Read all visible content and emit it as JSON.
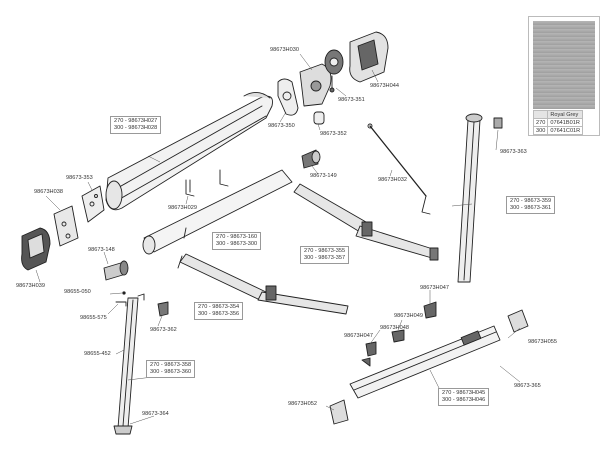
{
  "color_legend": {
    "header": "Royal Grey",
    "rows": [
      {
        "size": "270",
        "code": "07641B01R"
      },
      {
        "size": "300",
        "code": "07641C01R"
      }
    ]
  },
  "labels": {
    "l_98673H030": "98673H030",
    "l_98673_351": "98673-351",
    "l_98673H044": "98673H044",
    "l_98673_350": "98673-350",
    "l_98673_352": "98673-352",
    "l_98673_363": "98673-363",
    "l_98673_353": "98673-353",
    "l_98673H038": "98673H038",
    "l_98673_149": "98673-149",
    "l_98673H032": "98673H032",
    "l_98673H029": "98673H029",
    "l_98673_148": "98673-148",
    "l_98673H039": "98673H039",
    "l_98655_050": "98655-050",
    "l_98655_575": "98655-575",
    "l_98673_362": "98673-362",
    "l_98673H047": "98673H047",
    "l_98673H049": "98673H049",
    "l_98673H048": "98673H048",
    "l_98673H047b": "98673H047",
    "l_98673H055": "98673H055",
    "l_98655_452": "98655-452",
    "l_98673_365": "98673-365",
    "l_98673_364": "98673-364",
    "l_98673H052": "98673H052"
  },
  "boxes": {
    "b_front_profile": [
      "270 - 98673H027",
      "300 - 98673H028"
    ],
    "b_roller_tube": [
      "270 - 98673-160",
      "300 - 98673-300"
    ],
    "b_upper_arm": [
      "270 - 98673-355",
      "300 - 98673-357"
    ],
    "b_lower_arm": [
      "270 - 98673-354",
      "300 - 98673-356"
    ],
    "b_right_leg": [
      "270 - 98673-359",
      "300 - 98673-361"
    ],
    "b_left_leg": [
      "270 - 98673-358",
      "300 - 98673-360"
    ],
    "b_lead_rail": [
      "270 - 98673H045",
      "300 - 98673H046"
    ]
  }
}
